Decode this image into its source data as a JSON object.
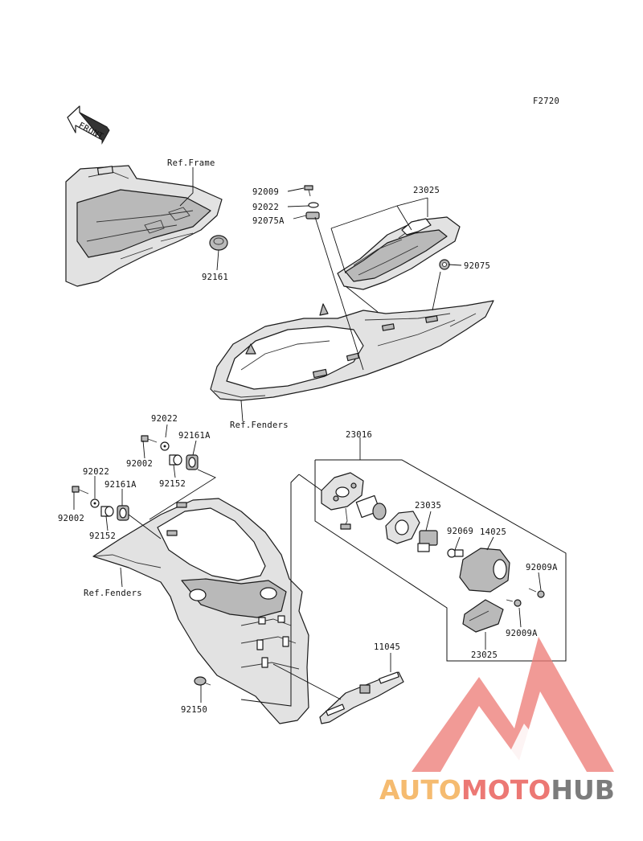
{
  "figure_code": "F2720",
  "front_arrow_text": "FRONT",
  "watermark": {
    "part1": "AUTO",
    "part2": "MOTO",
    "part3": "HUB",
    "color_light": "#f5b461",
    "color_red": "#ea6a66",
    "color_dark": "#6e6e6e"
  },
  "labels": {
    "ref_frame": "Ref.Frame",
    "ref_fenders_top": "Ref.Fenders",
    "ref_fenders_bottom": "Ref.Fenders",
    "p92161": "92161",
    "p92009_top": "92009",
    "p92022_top": "92022",
    "p92075A": "92075A",
    "p23025_top": "23025",
    "p92075": "92075",
    "p92022_a": "92022",
    "p92161A_a": "92161A",
    "p92002_a": "92002",
    "p92152_a": "92152",
    "p92022_b": "92022",
    "p92161A_b": "92161A",
    "p92002_b": "92002",
    "p92152_b": "92152",
    "p23016": "23016",
    "p23035": "23035",
    "p92069": "92069",
    "p14025": "14025",
    "p92009A_a": "92009A",
    "p92009A_b": "92009A",
    "p23025_bottom": "23025",
    "p11045": "11045",
    "p92150": "92150"
  }
}
